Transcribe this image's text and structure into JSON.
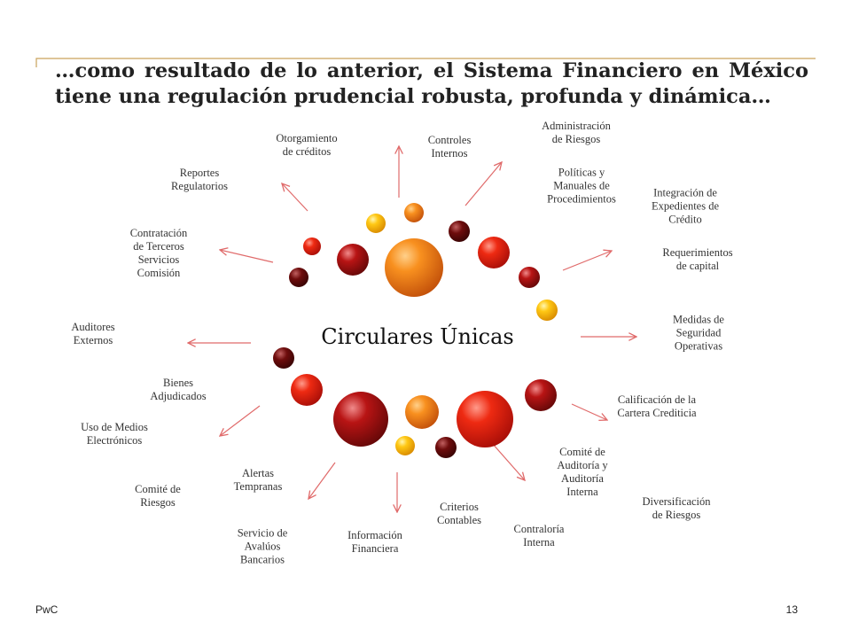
{
  "title": "…como resultado de lo anterior, el Sistema Financiero en México tiene una regulación prudencial robusta, profunda y dinámica…",
  "center_label": "Circulares Únicas",
  "footer": {
    "brand": "PwC",
    "page": "13"
  },
  "colors": {
    "accent_line": "#c9a25b",
    "arrow": "#e06a6a",
    "orange": "#f07e17",
    "red": "#e02010",
    "dark_red": "#8c1010",
    "maroon": "#5a0808",
    "yellow": "#ffc210"
  },
  "labels": {
    "otorgamiento": "Otorgamiento\nde créditos",
    "controles": "Controles\nInternos",
    "admin_riesgos": "Administración\nde Riesgos",
    "politicas": "Políticas y\nManuales de\nProcedimientos",
    "integracion": "Integración de\nExpedientes de\nCrédito",
    "reportes": "Reportes\nRegulatorios",
    "contratacion": "Contratación\nde Terceros\nServicios\nComisión",
    "requerimientos": "Requerimientos\nde capital",
    "auditores": "Auditores\nExternos",
    "medidas": "Medidas de\nSeguridad\nOperativas",
    "bienes": "Bienes\nAdjudicados",
    "calificacion": "Calificación de la\nCartera Crediticia",
    "uso_medios": "Uso de Medios\nElectrónicos",
    "comite_auditoria": "Comité de\nAuditoría y\nAuditoría\nInterna",
    "alertas": "Alertas\nTempranas",
    "diversificacion": "Diversificación\nde Riesgos",
    "comite_riesgos": "Comité de\nRiesgos",
    "criterios": "Criterios\nContables",
    "servicio_avaluos": "Servicio de\nAvalúos\nBancarios",
    "informacion": "Información\nFinanciera",
    "contraloria": "Contraloría\nInterna"
  }
}
